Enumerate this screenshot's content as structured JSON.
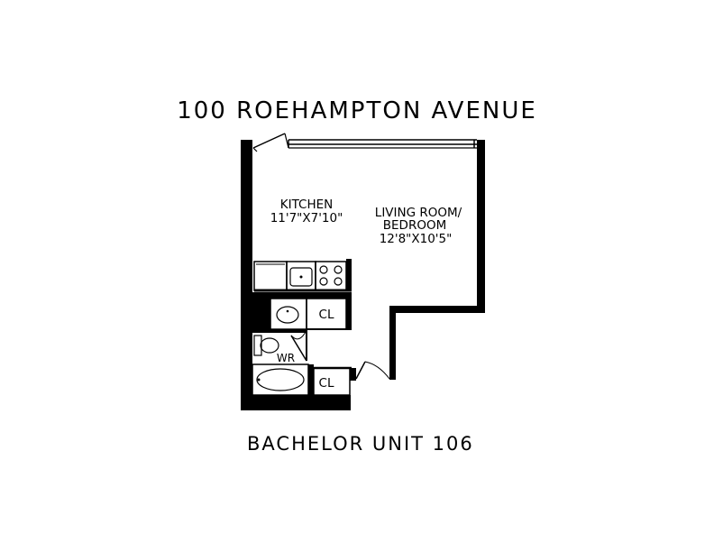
{
  "plan": {
    "title": "100 ROEHAMPTON AVENUE",
    "unit": "BACHELOR UNIT 106",
    "rooms": {
      "kitchen": {
        "name": "KITCHEN",
        "dims": "11'7\"X7'10\""
      },
      "living": {
        "name_line1": "LIVING ROOM/",
        "name_line2": "BEDROOM",
        "dims": "12'8\"X10'5\""
      },
      "closet_upper": "CL",
      "closet_lower": "CL",
      "washroom": "WR"
    },
    "colors": {
      "wall": "#000000",
      "background": "#ffffff"
    }
  }
}
